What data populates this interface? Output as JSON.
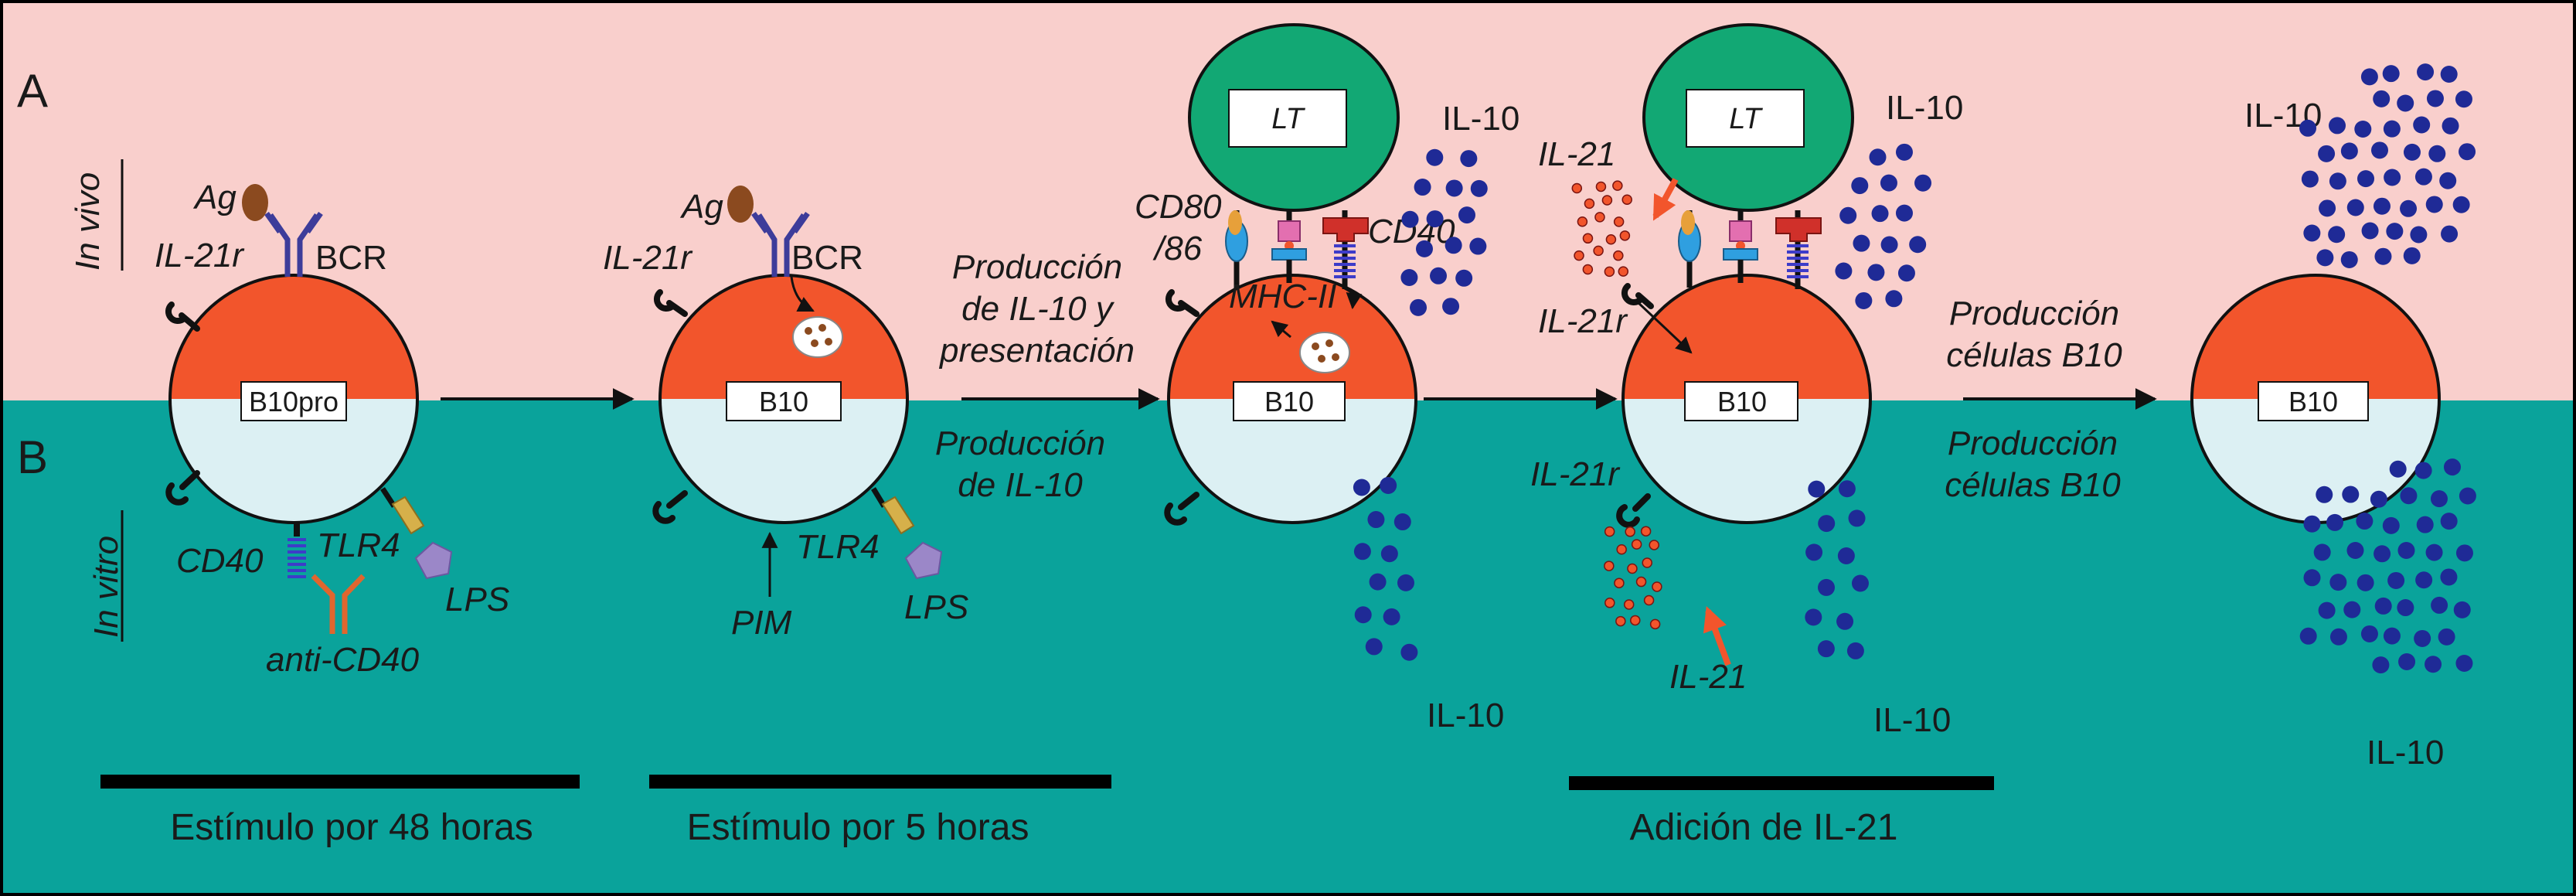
{
  "panels": {
    "a": "A",
    "b": "B"
  },
  "conditions": {
    "in_vivo": "In vivo",
    "in_vitro": "In vitro"
  },
  "cells": {
    "c1": "B10pro",
    "c2": "B10",
    "c3": "B10",
    "c4": "B10",
    "c5": "B10"
  },
  "t_cell": "LT",
  "labels": {
    "ag1": "Ag",
    "bcr1": "BCR",
    "il21r1": "IL-21r",
    "ag2": "Ag",
    "bcr2": "BCR",
    "il21r2": "IL-21r",
    "cd40_b1": "CD40",
    "tlr4_b1": "TLR4",
    "lps_b1": "LPS",
    "anti_cd40": "anti-CD40",
    "pim": "PIM",
    "tlr4_b2": "TLR4",
    "lps_b2": "LPS",
    "cd80": "CD80",
    "cd86": "/86",
    "cd40_a3": "CD40",
    "mhc": "MHC-II",
    "il21_a4": "IL-21",
    "il21r_a4": "IL-21r",
    "il21r_b4": "IL-21r",
    "il21_b4": "IL-21",
    "il10_a3": "IL-10",
    "il10_a4": "IL-10",
    "il10_a5": "IL-10",
    "il10_b3": "IL-10",
    "il10_b4": "IL-10",
    "il10_b5": "IL-10"
  },
  "transitions": {
    "a2_l1": "Producción",
    "a2_l2": "de IL-10 y",
    "a2_l3": "presentación",
    "b2_l1": "Producción",
    "b2_l2": "de IL-10",
    "a4_l1": "Producción",
    "a4_l2": "células B10",
    "b4_l1": "Producción",
    "b4_l2": "células B10"
  },
  "bars": {
    "bar1": "Estímulo por 48 horas",
    "bar2": "Estímulo por 5 horas",
    "bar3": "Adición de IL-21"
  },
  "colors": {
    "in_vivo_bg": "#f9cfcc",
    "in_vitro_bg": "#0aa39b",
    "cell_top": "#f2552c",
    "cell_bottom": "#dcf0f3",
    "t_cell": "#12a874",
    "il10": "#1f2a96",
    "il21": "#f2552c"
  }
}
